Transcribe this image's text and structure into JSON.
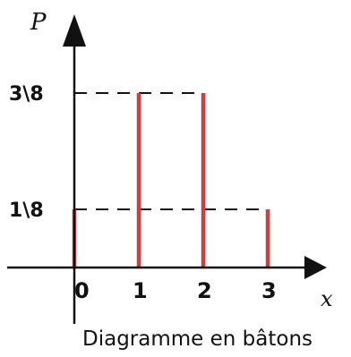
{
  "caption": "Diagramme en bâtons",
  "chart_data": {
    "type": "bar",
    "xlabel": "x",
    "ylabel": "P",
    "categories": [
      "0",
      "1",
      "2",
      "3"
    ],
    "x": [
      0,
      1,
      2,
      3
    ],
    "values": [
      0.125,
      0.375,
      0.375,
      0.125
    ],
    "ytick_values": [
      0.125,
      0.375
    ],
    "ytick_labels": [
      "1\\8",
      "3\\8"
    ],
    "xtick_labels": [
      "0",
      "1",
      "2",
      "3"
    ],
    "dashed_reference_lines": true,
    "bar_color": "#d63b3b",
    "axis_color": "#111111"
  }
}
